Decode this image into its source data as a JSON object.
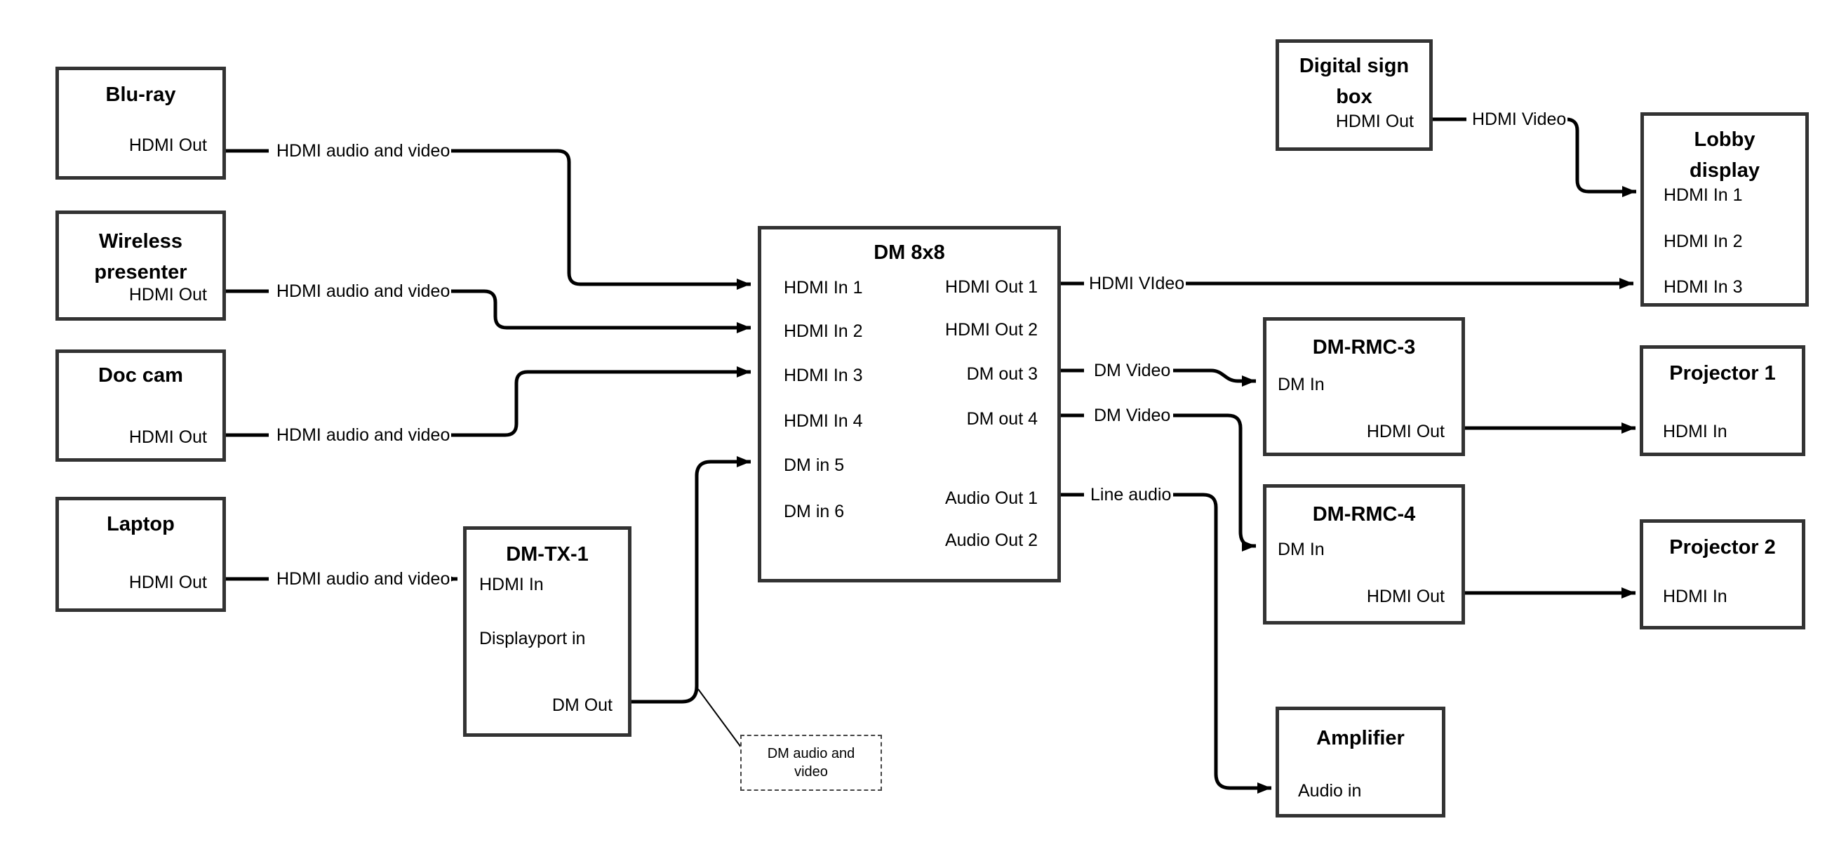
{
  "colors": {
    "background": "#ffffff",
    "box_border": "#333333",
    "line": "#000000",
    "text": "#000000"
  },
  "nodes": {
    "bluray": {
      "title": "Blu-ray",
      "ports": {
        "hdmi_out": "HDMI Out"
      }
    },
    "wireless_presenter": {
      "title": "Wireless presenter",
      "ports": {
        "hdmi_out": "HDMI Out"
      }
    },
    "doc_cam": {
      "title": "Doc cam",
      "ports": {
        "hdmi_out": "HDMI Out"
      }
    },
    "laptop": {
      "title": "Laptop",
      "ports": {
        "hdmi_out": "HDMI Out"
      }
    },
    "dm_tx_1": {
      "title": "DM-TX-1",
      "ports": {
        "hdmi_in": "HDMI In",
        "displayport_in": "Displayport in",
        "dm_out": "DM Out"
      }
    },
    "dm_8x8": {
      "title": "DM 8x8",
      "ports": {
        "hdmi_in_1": "HDMI In 1",
        "hdmi_in_2": "HDMI In 2",
        "hdmi_in_3": "HDMI In 3",
        "hdmi_in_4": "HDMI In 4",
        "dm_in_5": "DM in 5",
        "dm_in_6": "DM in 6",
        "hdmi_out_1": "HDMI Out 1",
        "hdmi_out_2": "HDMI Out 2",
        "dm_out_3": "DM out 3",
        "dm_out_4": "DM out 4",
        "audio_out_1": "Audio Out 1",
        "audio_out_2": "Audio Out 2"
      }
    },
    "digital_sign_box": {
      "title": "Digital sign box",
      "ports": {
        "hdmi_out": "HDMI Out"
      }
    },
    "lobby_display": {
      "title": "Lobby display",
      "ports": {
        "hdmi_in_1": "HDMI In 1",
        "hdmi_in_2": "HDMI In 2",
        "hdmi_in_3": "HDMI In 3"
      }
    },
    "dm_rmc_3": {
      "title": "DM-RMC-3",
      "ports": {
        "dm_in": "DM In",
        "hdmi_out": "HDMI Out"
      }
    },
    "projector_1": {
      "title": "Projector 1",
      "ports": {
        "hdmi_in": "HDMI In"
      }
    },
    "dm_rmc_4": {
      "title": "DM-RMC-4",
      "ports": {
        "dm_in": "DM In",
        "hdmi_out": "HDMI Out"
      }
    },
    "projector_2": {
      "title": "Projector 2",
      "ports": {
        "hdmi_in": "HDMI In"
      }
    },
    "amplifier": {
      "title": "Amplifier",
      "ports": {
        "audio_in": "Audio in"
      }
    }
  },
  "connections": {
    "bluray_to_dm8x8": {
      "label": "HDMI audio and video",
      "from": "bluray.hdmi_out",
      "to": "dm_8x8.hdmi_in_1"
    },
    "wireless_to_dm8x8": {
      "label": "HDMI audio and video",
      "from": "wireless_presenter.hdmi_out",
      "to": "dm_8x8.hdmi_in_2"
    },
    "doccam_to_dm8x8": {
      "label": "HDMI audio and video",
      "from": "doc_cam.hdmi_out",
      "to": "dm_8x8.hdmi_in_3"
    },
    "laptop_to_dmtx1": {
      "label": "HDMI audio and video",
      "from": "laptop.hdmi_out",
      "to": "dm_tx_1.hdmi_in"
    },
    "dmtx1_to_dm8x8": {
      "label": "",
      "from": "dm_tx_1.dm_out",
      "to": "dm_8x8.dm_in_5"
    },
    "dm8x8_to_lobby": {
      "label": "HDMI VIdeo",
      "from": "dm_8x8.hdmi_out_1",
      "to": "lobby_display.hdmi_in_3"
    },
    "dm8x8_to_rmc3": {
      "label": "DM Video",
      "from": "dm_8x8.dm_out_3",
      "to": "dm_rmc_3.dm_in"
    },
    "dm8x8_to_rmc4": {
      "label": "DM Video",
      "from": "dm_8x8.dm_out_4",
      "to": "dm_rmc_4.dm_in"
    },
    "dm8x8_to_amp": {
      "label": "Line audio",
      "from": "dm_8x8.audio_out_1",
      "to": "amplifier.audio_in"
    },
    "sign_to_lobby": {
      "label": "HDMI Video",
      "from": "digital_sign_box.hdmi_out",
      "to": "lobby_display.hdmi_in_1"
    },
    "rmc3_to_proj1": {
      "label": "",
      "from": "dm_rmc_3.hdmi_out",
      "to": "projector_1.hdmi_in"
    },
    "rmc4_to_proj2": {
      "label": "",
      "from": "dm_rmc_4.hdmi_out",
      "to": "projector_2.hdmi_in"
    }
  },
  "note": {
    "text": "DM audio and video"
  }
}
